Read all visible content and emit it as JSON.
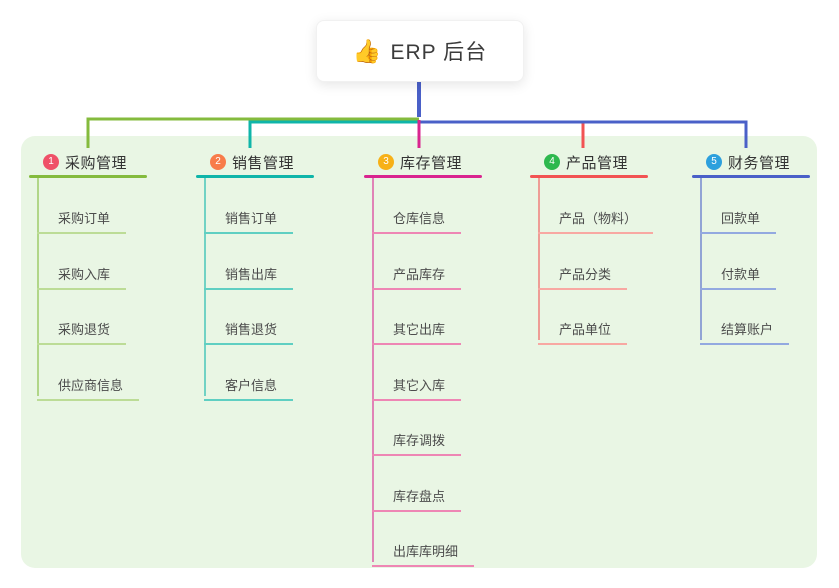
{
  "root": {
    "label": "ERP 后台",
    "emoji": "👍",
    "icon": "thumbs-up-icon"
  },
  "canvas": {
    "background_color": "#e9f6e4"
  },
  "connector_colors": {
    "root_line": "#4a60c8",
    "purchase": "#84bb3d",
    "sales": "#0fb5a9",
    "inventory": "#d9258f",
    "product": "#f25353",
    "finance": "#4a60c8"
  },
  "branches": [
    {
      "index": "1",
      "title": "采购管理",
      "badge_color": "#ef5168",
      "line_color": "#84bb3d",
      "child_line_color": "#bcdc96",
      "children": [
        "采购订单",
        "采购入库",
        "采购退货",
        "供应商信息"
      ]
    },
    {
      "index": "2",
      "title": "销售管理",
      "badge_color": "#f87c4a",
      "line_color": "#0fb5a9",
      "child_line_color": "#5fcfc2",
      "children": [
        "销售订单",
        "销售出库",
        "销售退货",
        "客户信息"
      ]
    },
    {
      "index": "3",
      "title": "库存管理",
      "badge_color": "#f7b117",
      "line_color": "#d9258f",
      "child_line_color": "#ee86b4",
      "children": [
        "仓库信息",
        "产品库存",
        "其它出库",
        "其它入库",
        "库存调拨",
        "库存盘点",
        "出库库明细"
      ]
    },
    {
      "index": "4",
      "title": "产品管理",
      "badge_color": "#2eb84e",
      "line_color": "#f25353",
      "child_line_color": "#f8a8a2",
      "children": [
        "产品（物料）",
        "产品分类",
        "产品单位"
      ]
    },
    {
      "index": "5",
      "title": "财务管理",
      "badge_color": "#2da0dd",
      "line_color": "#4a60c8",
      "child_line_color": "#93a9e0",
      "children": [
        "回款单",
        "付款单",
        "结算账户"
      ]
    }
  ]
}
